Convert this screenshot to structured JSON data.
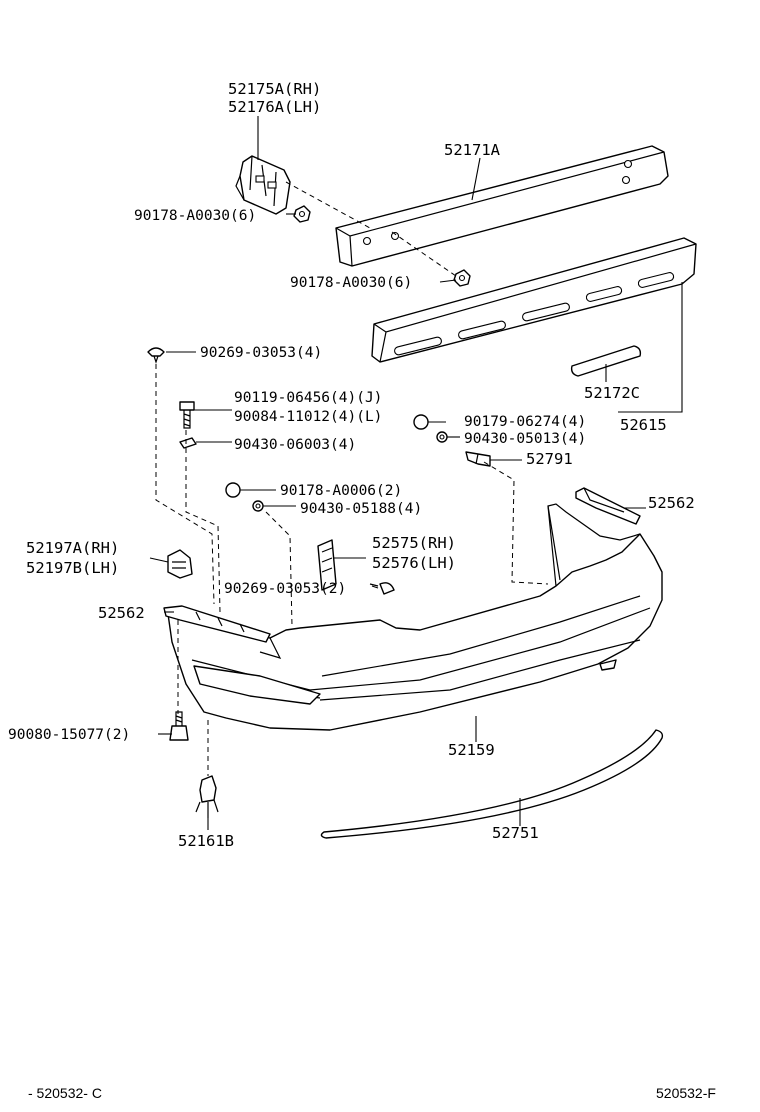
{
  "labels": {
    "p52175A": "52175A(RH)",
    "p52176A": "52176A(LH)",
    "p52171A": "52171A",
    "p90178_a": "90178-A0030(6)",
    "p90178_b": "90178-A0030(6)",
    "p90269_a": "90269-03053(4)",
    "p52172C": "52172C",
    "p90119": "90119-06456(4)(J)",
    "p90084": "90084-11012(4)(L)",
    "p90179": "90179-06274(4)",
    "p52615": "52615",
    "p90430_a": "90430-06003(4)",
    "p90430_b": "90430-05013(4)",
    "p52791": "52791",
    "p90178_c": "90178-A0006(2)",
    "p90430_c": "90430-05188(4)",
    "p52562_r": "52562",
    "p52197A": "52197A(RH)",
    "p52197B": "52197B(LH)",
    "p52575": "52575(RH)",
    "p52576": "52576(LH)",
    "p90269_b": "90269-03053(2)",
    "p52562_l": "52562",
    "p90080": "90080-15077(2)",
    "p52159": "52159",
    "p52161B": "52161B",
    "p52751": "52751"
  },
  "footer": {
    "left": "- 520532- C",
    "right": "520532-F"
  }
}
